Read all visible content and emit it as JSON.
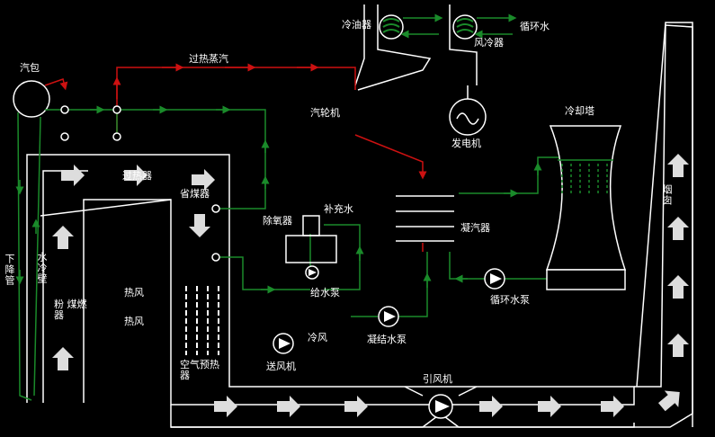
{
  "colors": {
    "background": "#000000",
    "outline": "#ffffff",
    "steam_line": "#cc1111",
    "water_line": "#1a8a2a",
    "flow_arrow": "#dddddd"
  },
  "labels": {
    "drum": "汽包",
    "superheated_steam": "过热蒸汽",
    "turbine": "汽轮机",
    "oil_cooler": "冷油器",
    "air_cooler": "风冷器",
    "circulating_water_top": "循环水",
    "generator": "发电机",
    "cooling_tower": "冷却塔",
    "superheater": "过热器",
    "economizer": "省煤器",
    "deaerator": "除氧器",
    "makeup_water": "补充水",
    "condenser": "凝汽器",
    "chimney": "烟囱",
    "downcomer": "下降管",
    "water_wall": "水冷壁",
    "pulverized_coal_burner": "粉 煤燃 器",
    "hot_air_1": "热风",
    "hot_air_2": "热风",
    "feedwater_pump": "给水泵",
    "condensate_pump": "凝结水泵",
    "circ_water_pump": "循环水泵",
    "cold_air": "冷风",
    "forced_draft_fan": "送风机",
    "air_preheater": "空气预热器",
    "induced_draft_fan": "引风机"
  },
  "icons": [
    "pump-icon",
    "fan-icon",
    "heat-exchanger-icon",
    "generator-icon",
    "flow-arrow-icon",
    "spray-nozzle-icon"
  ]
}
